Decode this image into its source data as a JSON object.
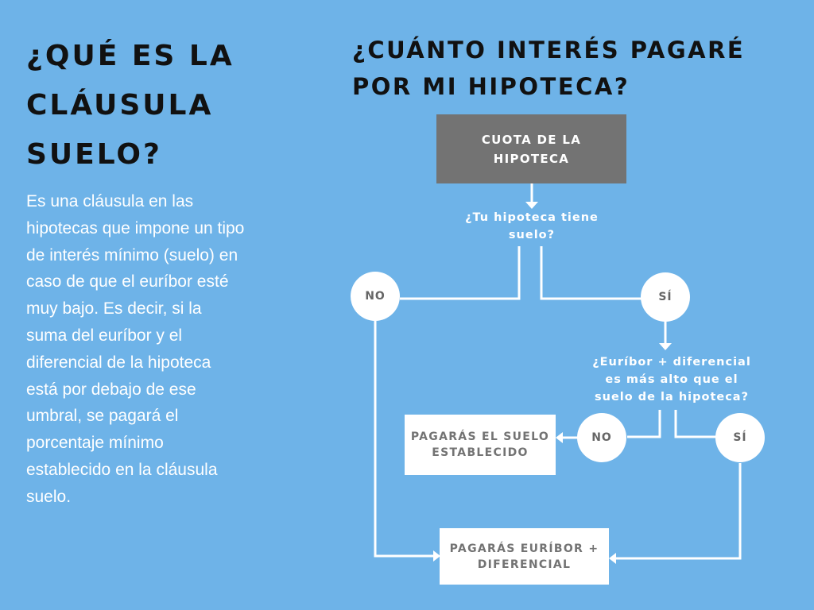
{
  "left": {
    "title": "¿QUÉ ES LA CLÁUSULA SUELO?",
    "body": "Es una cláusula en las hipotecas que impone un tipo de interés mínimo (suelo) en caso de que el euríbor esté muy bajo. Es decir, si la suma del euríbor y el diferencial de la hipoteca está por debajo de ese umbral, se pagará el porcentaje mínimo establecido en la cláusula suelo."
  },
  "right": {
    "title": "¿CUÁNTO INTERÉS PAGARÉ POR MI HIPOTECA?"
  },
  "flowchart": {
    "start_box": "CUOTA DE LA HIPOTECA",
    "question_1": "¿Tu hipoteca tiene suelo?",
    "answer_1_no": "NO",
    "answer_1_yes": "SÍ",
    "question_2": "¿Euríbor + diferencial es más alto que el suelo de la hipoteca?",
    "answer_2_no": "NO",
    "answer_2_yes": "SÍ",
    "result_floor": "PAGARÁS EL SUELO ESTABLECIDO",
    "result_euribor": "PAGARÁS EURÍBOR + DIFERENCIAL"
  },
  "colors": {
    "background": "#6eb3e8",
    "start_box": "#737373",
    "lines": "#ffffff",
    "title_text": "#111111"
  }
}
